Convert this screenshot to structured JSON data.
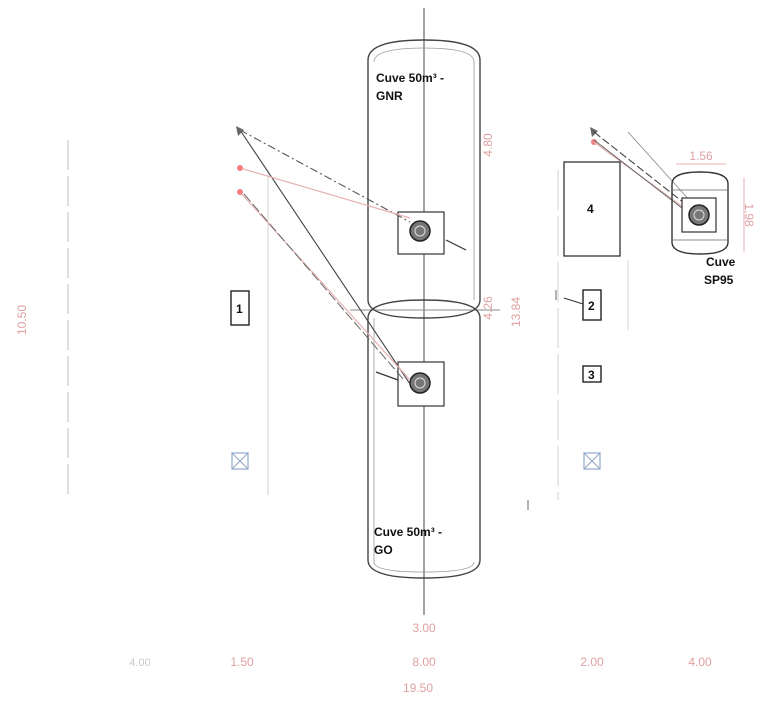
{
  "tanks": {
    "gnr_label_line1": "Cuve 50m³ -",
    "gnr_label_line2": "GNR",
    "go_label_line1": "Cuve 50m³ -",
    "go_label_line2": "GO",
    "sp95_label_line1": "Cuve",
    "sp95_label_line2": "SP95"
  },
  "markers": {
    "m1": "1",
    "m2": "2",
    "m3": "3",
    "m4": "4"
  },
  "dimensions": {
    "left_height": "10.50",
    "gnr_height": "4.80",
    "mid_height": "4.26",
    "total_height": "13.84",
    "sp95_width": "1.56",
    "sp95_height": "1.98",
    "tank_width": "3.00",
    "bottom_4_left": "4.00",
    "bottom_150": "1.50",
    "bottom_800": "8.00",
    "bottom_200": "2.00",
    "bottom_4_right": "4.00",
    "bottom_total": "19.50"
  },
  "colors": {
    "line": "#333333",
    "dimension": "#e09a9a",
    "pink_pipe": "#e8b0b0",
    "blue_box": "#8fa6c8"
  }
}
